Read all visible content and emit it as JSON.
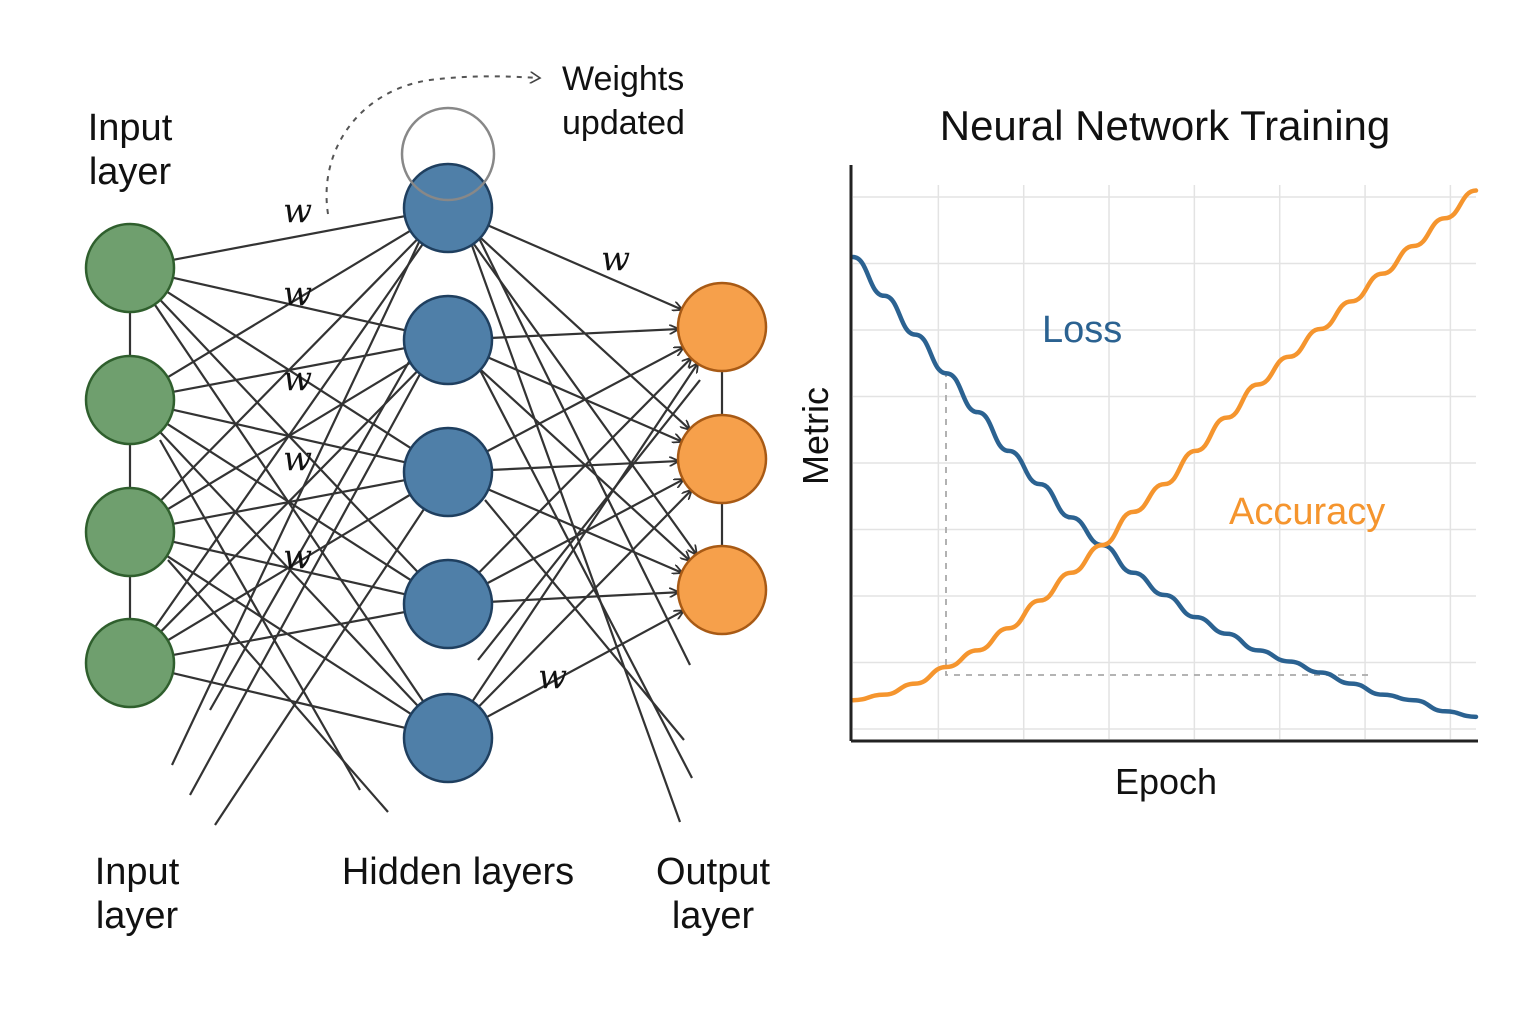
{
  "diagram": {
    "top_input_label": [
      "Input",
      "layer"
    ],
    "weights_note": [
      "Weights",
      "updated"
    ],
    "weight_symbol": "w",
    "bottom_labels": {
      "input": [
        "Input",
        "layer"
      ],
      "hidden": "Hidden layers",
      "output": [
        "Output",
        "layer"
      ]
    },
    "layers": {
      "input": {
        "count": 4,
        "color": "#6f9f6e",
        "stroke": "#2f5f2d"
      },
      "hidden": {
        "count": 5,
        "color": "#4f7fa8",
        "stroke": "#1f3f5f"
      },
      "output": {
        "count": 3,
        "color": "#f6a04b",
        "stroke": "#a85a15"
      }
    }
  },
  "chart_data": {
    "type": "line",
    "title": "Neural Network Training",
    "xlabel": "Epoch",
    "ylabel": "Metric",
    "grid": true,
    "x": [
      0,
      0.05,
      0.1,
      0.15,
      0.2,
      0.25,
      0.3,
      0.35,
      0.4,
      0.45,
      0.5,
      0.55,
      0.6,
      0.65,
      0.7,
      0.75,
      0.8,
      0.85,
      0.9,
      0.95,
      1.0
    ],
    "xlim": [
      0,
      1
    ],
    "ylim": [
      0,
      1
    ],
    "series": [
      {
        "name": "Loss",
        "color": "#2b6291",
        "values": [
          0.87,
          0.8,
          0.73,
          0.66,
          0.59,
          0.52,
          0.46,
          0.4,
          0.35,
          0.3,
          0.26,
          0.22,
          0.19,
          0.16,
          0.14,
          0.12,
          0.1,
          0.08,
          0.07,
          0.05,
          0.04
        ]
      },
      {
        "name": "Accuracy",
        "color": "#f5952e",
        "values": [
          0.07,
          0.08,
          0.1,
          0.13,
          0.16,
          0.2,
          0.25,
          0.3,
          0.35,
          0.41,
          0.46,
          0.52,
          0.58,
          0.64,
          0.69,
          0.74,
          0.79,
          0.84,
          0.89,
          0.94,
          0.99
        ]
      }
    ]
  }
}
